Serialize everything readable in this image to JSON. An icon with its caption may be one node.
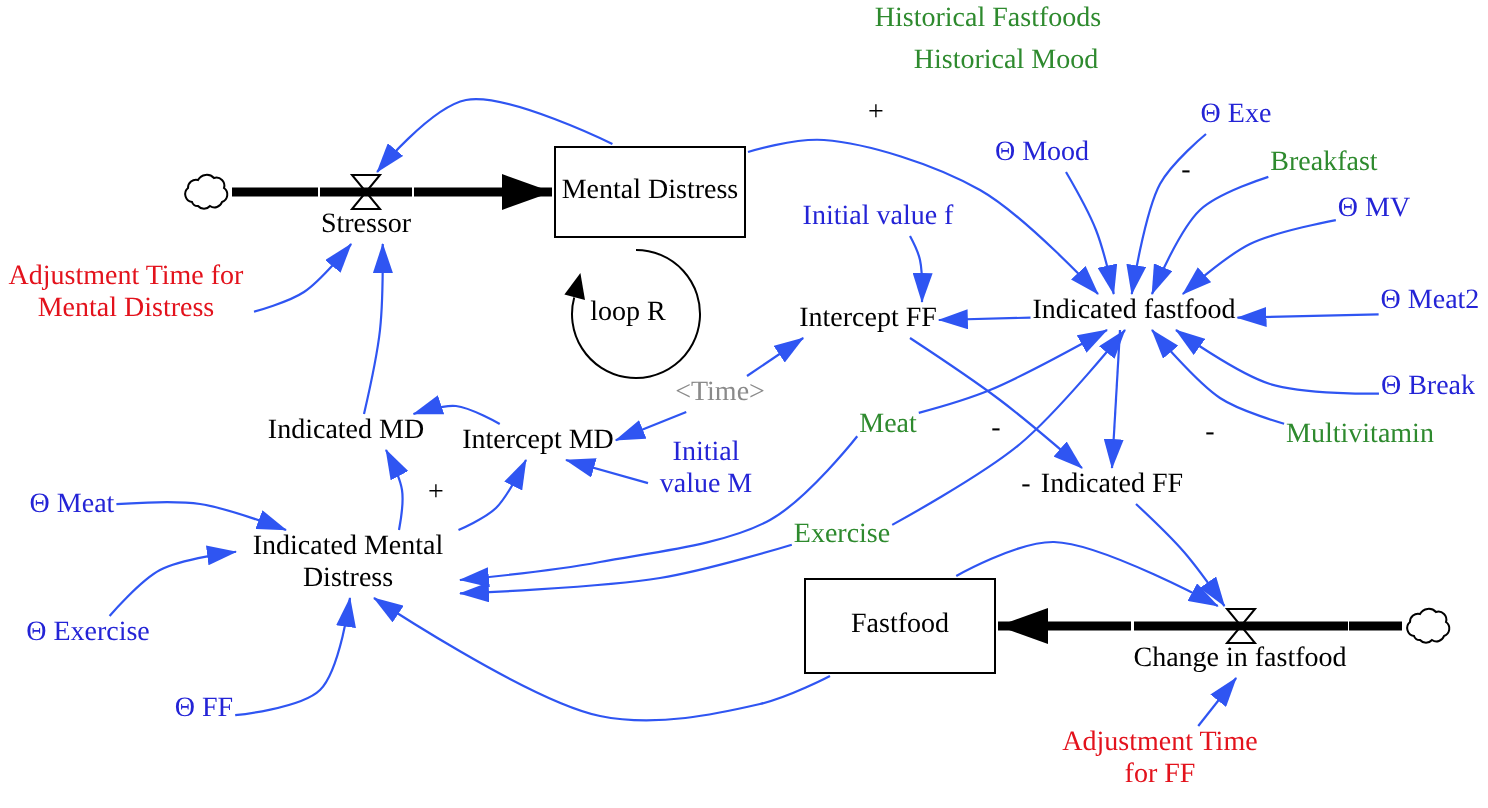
{
  "diagram": {
    "nodes": [
      {
        "text": [
          "Θ Exe"
        ]
      },
      {
        "text": [
          "Θ Mood"
        ]
      },
      {
        "text": [
          "Breakfast"
        ]
      },
      {
        "text": [],
        "shape": "cloud"
      },
      {
        "text": [
          "Stressor"
        ]
      },
      {
        "text": [
          "Mental Distress"
        ]
      },
      {
        "text": [
          "Θ MV"
        ]
      },
      {
        "text": [
          "Initial value f"
        ]
      },
      {
        "text": [
          "Adjustment Time for Mental Distress"
        ]
      },
      {
        "text": [
          "Intercept FF"
        ]
      },
      {
        "text": [
          "Indicated fastfood"
        ]
      },
      {
        "text": [
          "Θ Meat2"
        ]
      },
      {
        "text": [
          "Θ Break"
        ]
      },
      {
        "text": [
          "<Time>"
        ]
      },
      {
        "text": [
          "Meat"
        ]
      },
      {
        "text": [
          "Multivitamin"
        ]
      },
      {
        "text": [
          "Indicated MD"
        ]
      },
      {
        "text": [
          "Intercept MD"
        ]
      },
      {
        "text": [
          "Initial value M"
        ]
      },
      {
        "text": [
          "Indicated FF"
        ]
      },
      {
        "text": [
          "Θ Meat"
        ]
      },
      {
        "text": [
          "Exercise"
        ]
      },
      {
        "text": [
          "Indicated Mental Distress"
        ]
      },
      {
        "text": [
          "Fastfood"
        ]
      },
      {
        "text": [
          "Change in fastfood"
        ]
      },
      {
        "text": [],
        "shape": "cloud"
      },
      {
        "text": [
          "Θ Exercise"
        ]
      },
      {
        "text": [
          "Θ FF"
        ]
      },
      {
        "text": [
          "Adjustment Time for FF"
        ]
      }
    ],
    "edges": [
      {
        "from": 3,
        "to": 4,
        "arrow": "none",
        "style": "thick",
        "color": "#000000"
      },
      {
        "from": 4,
        "to": 5,
        "arrow": "to",
        "style": "thick",
        "color": "#000000"
      },
      {
        "from": 25,
        "to": 24,
        "arrow": "none",
        "style": "thick",
        "color": "#000000"
      },
      {
        "from": 24,
        "to": 23,
        "arrow": "to",
        "style": "thick",
        "color": "#000000"
      },
      {
        "from": 5,
        "to": 4,
        "arrow": "to"
      },
      {
        "from": 8,
        "to": 4,
        "arrow": "to"
      },
      {
        "from": 16,
        "to": 4,
        "arrow": "to"
      },
      {
        "from": 5,
        "to": 10,
        "arrow": "to"
      },
      {
        "from": 1,
        "to": 10,
        "arrow": "to"
      },
      {
        "from": 0,
        "to": 10,
        "arrow": "to"
      },
      {
        "from": 2,
        "to": 10,
        "arrow": "to"
      },
      {
        "from": 6,
        "to": 10,
        "arrow": "to"
      },
      {
        "from": 11,
        "to": 10,
        "arrow": "to"
      },
      {
        "from": 12,
        "to": 10,
        "arrow": "to"
      },
      {
        "from": 15,
        "to": 10,
        "arrow": "to"
      },
      {
        "from": 14,
        "to": 10,
        "arrow": "to"
      },
      {
        "from": 21,
        "to": 10,
        "arrow": "to"
      },
      {
        "from": 10,
        "to": 9,
        "arrow": "to"
      },
      {
        "from": 7,
        "to": 9,
        "arrow": "to"
      },
      {
        "from": 13,
        "to": 9,
        "arrow": "to"
      },
      {
        "from": 13,
        "to": 17,
        "arrow": "to"
      },
      {
        "from": 9,
        "to": 19,
        "arrow": "to"
      },
      {
        "from": 10,
        "to": 19,
        "arrow": "to"
      },
      {
        "from": 19,
        "to": 24,
        "arrow": "to"
      },
      {
        "from": 23,
        "to": 24,
        "arrow": "to"
      },
      {
        "from": 28,
        "to": 24,
        "arrow": "to"
      },
      {
        "from": 17,
        "to": 16,
        "arrow": "to"
      },
      {
        "from": 18,
        "to": 17,
        "arrow": "to"
      },
      {
        "from": 22,
        "to": 16,
        "arrow": "to"
      },
      {
        "from": 22,
        "to": 17,
        "arrow": "to"
      },
      {
        "from": 20,
        "to": 22,
        "arrow": "to"
      },
      {
        "from": 26,
        "to": 22,
        "arrow": "to"
      },
      {
        "from": 27,
        "to": 22,
        "arrow": "to"
      },
      {
        "from": 23,
        "to": 22,
        "arrow": "to"
      },
      {
        "from": 14,
        "to": 22,
        "arrow": "to"
      },
      {
        "from": 21,
        "to": 22,
        "arrow": "to"
      }
    ],
    "labels": [
      "Historical Fastfoods",
      "Historical Mood",
      "+",
      "-",
      "loop R",
      "-",
      "-",
      "-",
      "+"
    ]
  }
}
